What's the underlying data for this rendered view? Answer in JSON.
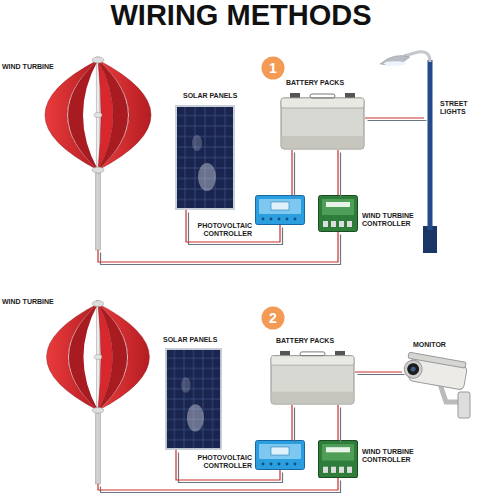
{
  "diagram": {
    "title": "WIRING METHODS",
    "nodes": [
      {
        "text": [
          "1"
        ]
      },
      {
        "text": [
          "WIND TURBINE"
        ]
      },
      {
        "text": [
          "SOLAR PANELS"
        ]
      },
      {
        "text": [
          "BATTERY PACKS"
        ]
      },
      {
        "text": [
          "STREET LIGHTS"
        ]
      },
      {
        "text": [
          "PHOTOVOLTAIC CONTROLLER"
        ]
      },
      {
        "text": [
          "WIND TURBINE CONTROLLER"
        ]
      },
      {
        "text": [
          "2"
        ]
      },
      {
        "text": [
          "WIND TURBINE"
        ]
      },
      {
        "text": [
          "SOLAR PANELS"
        ]
      },
      {
        "text": [
          "BATTERY PACKS"
        ]
      },
      {
        "text": [
          "MONITOR"
        ]
      },
      {
        "text": [
          "PHOTOVOLTAIC CONTROLLER"
        ]
      },
      {
        "text": [
          "WIND TURBINE CONTROLLER"
        ]
      }
    ],
    "edges": [
      {
        "from": 2,
        "to": 5,
        "arrow": "none"
      },
      {
        "from": 5,
        "to": 3,
        "arrow": "none"
      },
      {
        "from": 1,
        "to": 6,
        "arrow": "none"
      },
      {
        "from": 6,
        "to": 3,
        "arrow": "none"
      },
      {
        "from": 3,
        "to": 4,
        "arrow": "none"
      },
      {
        "from": 9,
        "to": 12,
        "arrow": "none"
      },
      {
        "from": 12,
        "to": 10,
        "arrow": "none"
      },
      {
        "from": 8,
        "to": 13,
        "arrow": "none"
      },
      {
        "from": 13,
        "to": 10,
        "arrow": "none"
      },
      {
        "from": 10,
        "to": 11,
        "arrow": "none"
      }
    ]
  }
}
